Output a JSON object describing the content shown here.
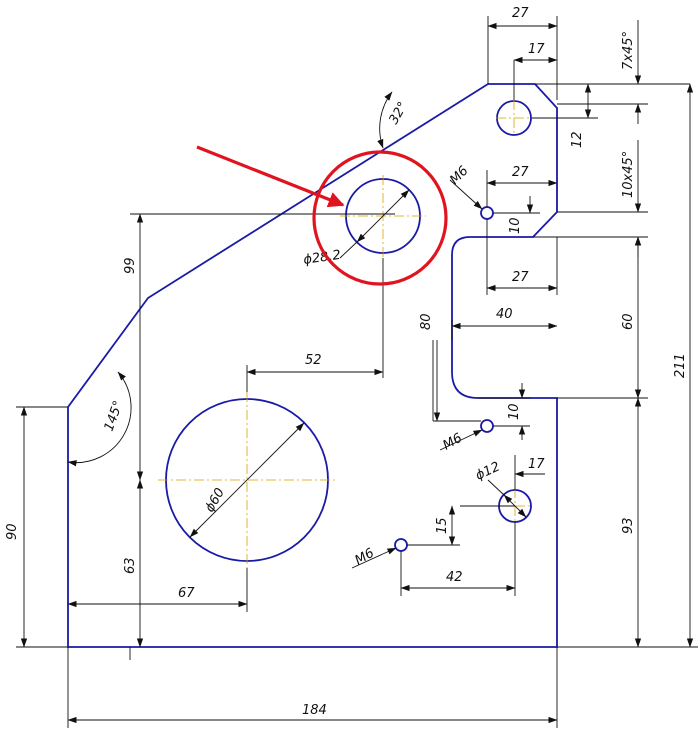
{
  "labels": {
    "top_width_27": "27",
    "top_hole_17": "17",
    "chamfer_top": "7x45°",
    "hole_offset_12": "12",
    "angle_32": "32°",
    "thread_m6_upper": "M6",
    "notch_27_upper": "27",
    "thread_pitch_10_upper": "10",
    "chamfer_mid": "10x45°",
    "notch_27_lower": "27",
    "circled_hole_diameter": "ϕ28,2",
    "height_99": "99",
    "slot_depth_80": "80",
    "slot_width_40": "40",
    "slot_height_60": "60",
    "offset_52": "52",
    "angle_145": "145°",
    "total_height_211": "211",
    "thread_m6_middle": "M6",
    "thread_pitch_10_middle": "10",
    "small_hole_diameter": "ϕ12",
    "right_hole_17": "17",
    "left_height_90": "90",
    "big_hole_diameter": "ϕ60",
    "right_height_93": "93",
    "height_63": "63",
    "bottom_offset_15": "15",
    "thread_m6_lower": "M6",
    "offset_42": "42",
    "offset_67": "67",
    "total_width_184": "184"
  },
  "colors": {
    "outline": "#1a1aa6",
    "dimension": "#111111",
    "centerline": "#d9a000",
    "highlight": "#e0141e"
  }
}
